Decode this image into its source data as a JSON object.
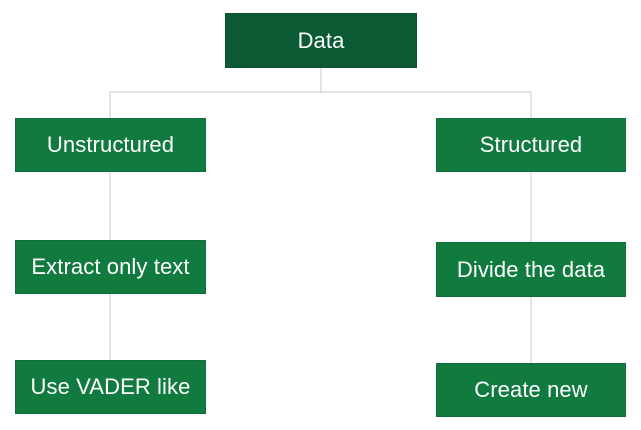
{
  "diagram": {
    "root": {
      "label": "Data",
      "color": "#0b5a34"
    },
    "node_color": "#117a3f",
    "connector_color": "#c8c8c8",
    "branches": [
      {
        "label": "Unstructured",
        "children": [
          "Extract only text",
          "Use VADER like"
        ]
      },
      {
        "label": "Structured",
        "children": [
          "Divide the data",
          "Create new"
        ]
      }
    ]
  }
}
